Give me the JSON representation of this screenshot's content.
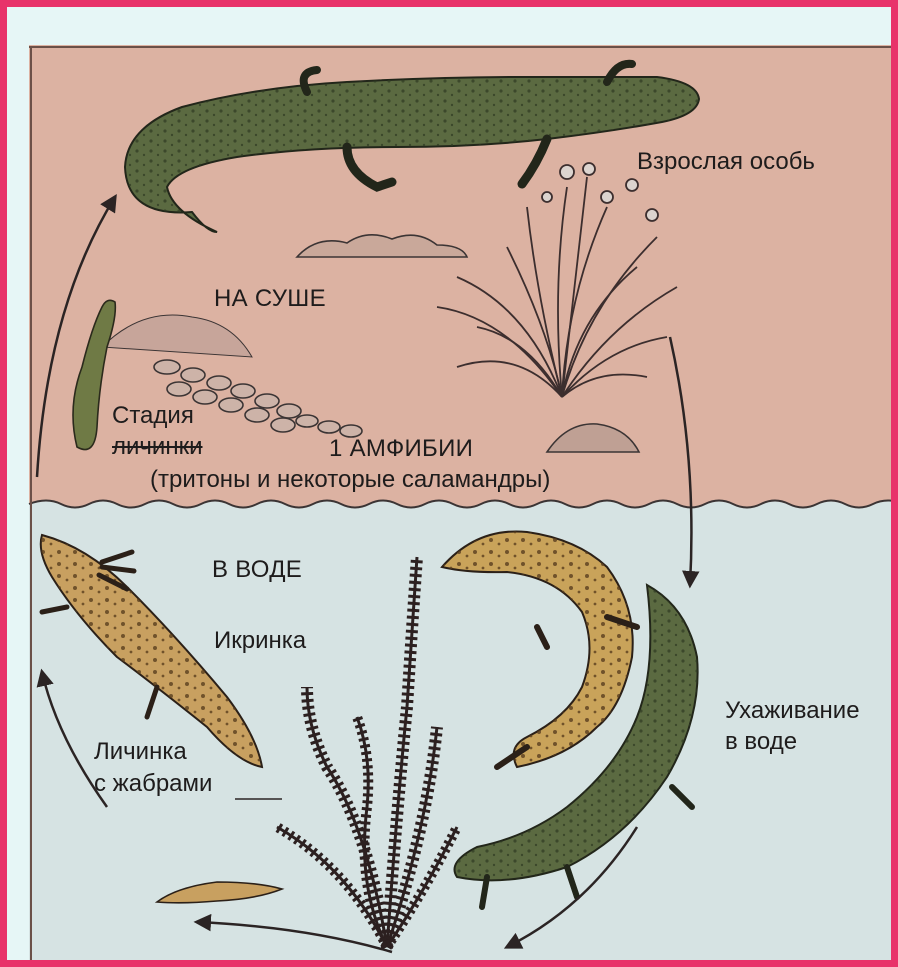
{
  "labels": {
    "adult": "Взрослая особь",
    "on_land": "НА СУШЕ",
    "larval_stage_l1": "Стадия",
    "larval_stage_l2": "личинки",
    "title": "1 АМФИБИИ",
    "subtitle": "(тритоны и некоторые саламандры)",
    "in_water": "В ВОДЕ",
    "egg": "Икринка",
    "courtship_l1": "Ухаживание",
    "courtship_l2": "в воде",
    "gill_larva_l1": "Личинка",
    "gill_larva_l2": "с жабрами"
  },
  "colors": {
    "border": "#e8336a",
    "land": "#dcb2a2",
    "water": "#d6e3e3",
    "adult_newt": "#5b6a41",
    "courting_newt_light": "#c9a35a",
    "larva": "#c8a060",
    "arrow": "#2b2424",
    "text": "#1e1c1c"
  }
}
